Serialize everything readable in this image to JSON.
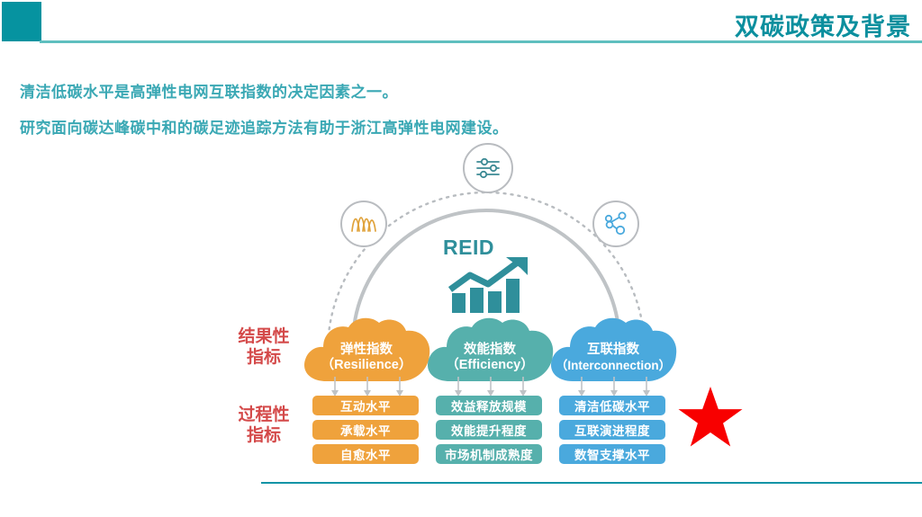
{
  "header": {
    "title": "双碳政策及背景",
    "accent_color": "#0b8f9e",
    "block_color": "#0693a0",
    "rule_color": "#5fbfbf"
  },
  "body": {
    "line1": "清洁低碳水平是高弹性电网互联指数的决定因素之一。",
    "line2": "研究面向碳达峰碳中和的碳足迹追踪方法有助于浙江高弹性电网建设。",
    "text_color": "#3aa8b4"
  },
  "diagram": {
    "logo": {
      "word": "REID",
      "color": "#2f8f9b"
    },
    "badges": [
      {
        "name": "sliders-icon",
        "position": "top",
        "color": "#3c8a94"
      },
      {
        "name": "waveform-icon",
        "position": "left",
        "color": "#e0a33c"
      },
      {
        "name": "network-share-icon",
        "position": "right",
        "color": "#4aa9dd"
      }
    ],
    "axis_labels": [
      {
        "cn": "结果性",
        "cn2": "指标",
        "color": "#d44a4a"
      },
      {
        "cn": "过程性",
        "cn2": "指标",
        "color": "#d44a4a"
      }
    ],
    "columns": [
      {
        "cloud_cn": "弹性指数",
        "cloud_en": "（Resilience）",
        "color": "#efa23c",
        "pills": [
          "互动水平",
          "承载水平",
          "自愈水平"
        ]
      },
      {
        "cloud_cn": "效能指数",
        "cloud_en": "（Efficiency）",
        "color": "#56b0ac",
        "pills": [
          "效益释放规模",
          "效能提升程度",
          "市场机制成熟度"
        ]
      },
      {
        "cloud_cn": "互联指数",
        "cloud_en": "（Interconnection）",
        "color": "#4aa9dd",
        "pills": [
          "清洁低碳水平",
          "互联演进程度",
          "数智支撑水平"
        ]
      }
    ],
    "annotation": {
      "name": "red-star-highlight",
      "color": "#f80000",
      "points_at": "清洁低碳水平"
    }
  },
  "footer": {
    "rule_color": "#0e94a6"
  }
}
